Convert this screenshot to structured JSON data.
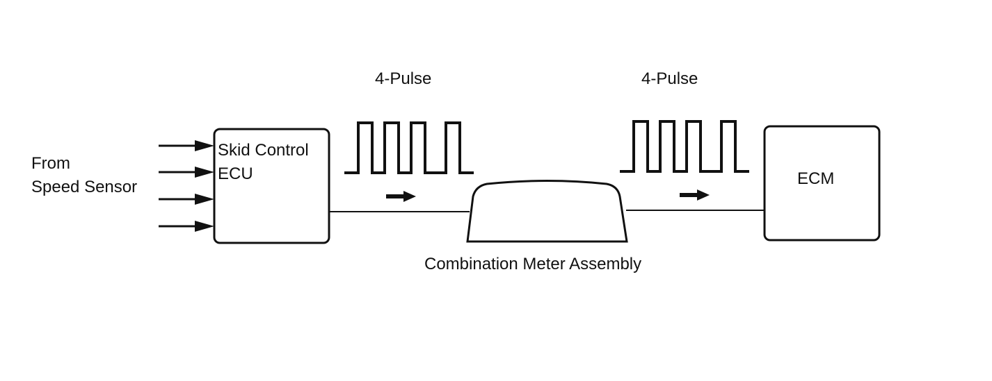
{
  "labels": {
    "from_line1": "From",
    "from_line2": "Speed Sensor",
    "skid_ecu_line1": "Skid Control",
    "skid_ecu_line2": "ECU",
    "pulse_left": "4-Pulse",
    "pulse_right": "4-Pulse",
    "meter": "Combination Meter Assembly",
    "ecm": "ECM"
  },
  "pulse_count": 4,
  "speed_sensor_inputs": 4,
  "colors": {
    "line": "#111111",
    "background": "#ffffff"
  }
}
